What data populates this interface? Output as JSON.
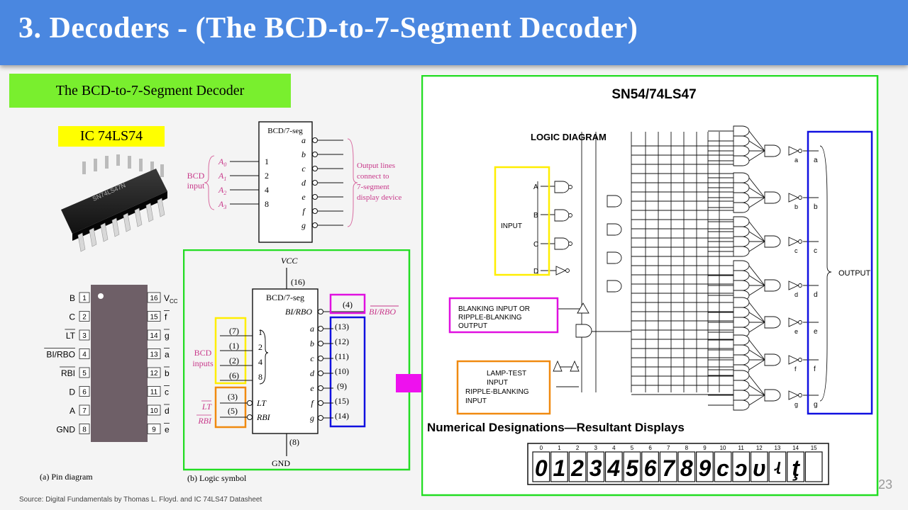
{
  "slide": {
    "title": "3. Decoders - (The BCD-to-7-Segment Decoder)",
    "section_label": "The BCD-to-7-Segment Decoder",
    "ic_label": "IC 74LS74",
    "page_number": "23",
    "source": "Source: Digital Fundamentals by Thomas L. Floyd. and IC 74LS47 Datasheet"
  },
  "chip_photo": {
    "marking": "SN74LS47N"
  },
  "block_symbol": {
    "header": "BCD/7-seg",
    "bcd_label_1": "BCD",
    "bcd_label_2": "input",
    "inputs": [
      {
        "name": "A0",
        "weight": "1"
      },
      {
        "name": "A1",
        "weight": "2"
      },
      {
        "name": "A2",
        "weight": "4"
      },
      {
        "name": "A3",
        "weight": "8"
      }
    ],
    "outputs": [
      "a",
      "b",
      "c",
      "d",
      "e",
      "f",
      "g"
    ],
    "note_lines": [
      "Output lines",
      "connect to",
      "7-segment",
      "display device"
    ]
  },
  "pin_diagram": {
    "caption": "(a)  Pin diagram",
    "left_pins": [
      {
        "name": "B",
        "num": "1"
      },
      {
        "name": "C",
        "num": "2"
      },
      {
        "name": "LT",
        "num": "3"
      },
      {
        "name": "BI/RBO",
        "num": "4"
      },
      {
        "name": "RBI",
        "num": "5"
      },
      {
        "name": "D",
        "num": "6"
      },
      {
        "name": "A",
        "num": "7"
      },
      {
        "name": "GND",
        "num": "8"
      }
    ],
    "right_pins": [
      {
        "name": "VCC",
        "num": "16"
      },
      {
        "name": "f",
        "num": "15"
      },
      {
        "name": "g",
        "num": "14"
      },
      {
        "name": "a",
        "num": "13"
      },
      {
        "name": "b",
        "num": "12"
      },
      {
        "name": "c",
        "num": "11"
      },
      {
        "name": "d",
        "num": "10"
      },
      {
        "name": "e",
        "num": "9"
      }
    ]
  },
  "logic_symbol": {
    "caption": "(b)  Logic symbol",
    "vcc": "VCC",
    "vcc_pin": "(16)",
    "gnd": "GND",
    "gnd_pin": "(8)",
    "header": "BCD/7-seg",
    "bi_rbo": "BI/RBO",
    "bi_rbo_pin": "(4)",
    "bi_rbo_label": "BI/RBO",
    "bcd_label_1": "BCD",
    "bcd_label_2": "inputs",
    "input_pins": [
      "(7)",
      "(1)",
      "(2)",
      "(6)"
    ],
    "input_weights": [
      "1",
      "2",
      "4",
      "8"
    ],
    "control_pins": [
      "(3)",
      "(5)"
    ],
    "control_names": [
      "LT",
      "RBI"
    ],
    "control_labels": [
      "LT",
      "RBI"
    ],
    "output_names": [
      "a",
      "b",
      "c",
      "d",
      "e",
      "f",
      "g"
    ],
    "output_pins": [
      "(13)",
      "(12)",
      "(11)",
      "(10)",
      "(9)",
      "(15)",
      "(14)"
    ]
  },
  "datasheet": {
    "title": "SN54/74LS47",
    "logic_diagram_label": "LOGIC DIAGRAM",
    "input_label": "INPUT",
    "input_letters": [
      "A",
      "B",
      "C",
      "D"
    ],
    "output_label": "OUTPUT",
    "output_letters": [
      "a",
      "b",
      "c",
      "d",
      "e",
      "f",
      "g"
    ],
    "blanking_label": [
      "BLANKING INPUT OR",
      "RIPPLE-BLANKING",
      "OUTPUT"
    ],
    "lamp_test_label": [
      "LAMP-TEST",
      "INPUT",
      "RIPPLE-BLANKING",
      "INPUT"
    ],
    "numerical_title": "Numerical Designations—Resultant Displays",
    "display_numbers": [
      "0",
      "1",
      "2",
      "3",
      "4",
      "5",
      "6",
      "7",
      "8",
      "9",
      "10",
      "11",
      "12",
      "13",
      "14",
      "15"
    ],
    "display_glyphs": [
      "0",
      "1",
      "2",
      "3",
      "4",
      "5",
      "6",
      "7",
      "8",
      "9",
      "c",
      "ɔ",
      "ᴜ",
      "ʵ",
      "ţ",
      ""
    ]
  },
  "colors": {
    "title_bar": "#4a87e0",
    "section_label": "#79ef2e",
    "ic_label": "#ffff00",
    "green_frame": "#22dd22",
    "yellow": "#ffee00",
    "magenta": "#e010e0",
    "blue": "#1010e0",
    "orange": "#f08a10",
    "pink_text": "#c8388a",
    "arrow": "#ee11ee"
  },
  "icons": [
    "ic-chip-photo",
    "right-arrow-icon",
    "seven-segment-display"
  ]
}
